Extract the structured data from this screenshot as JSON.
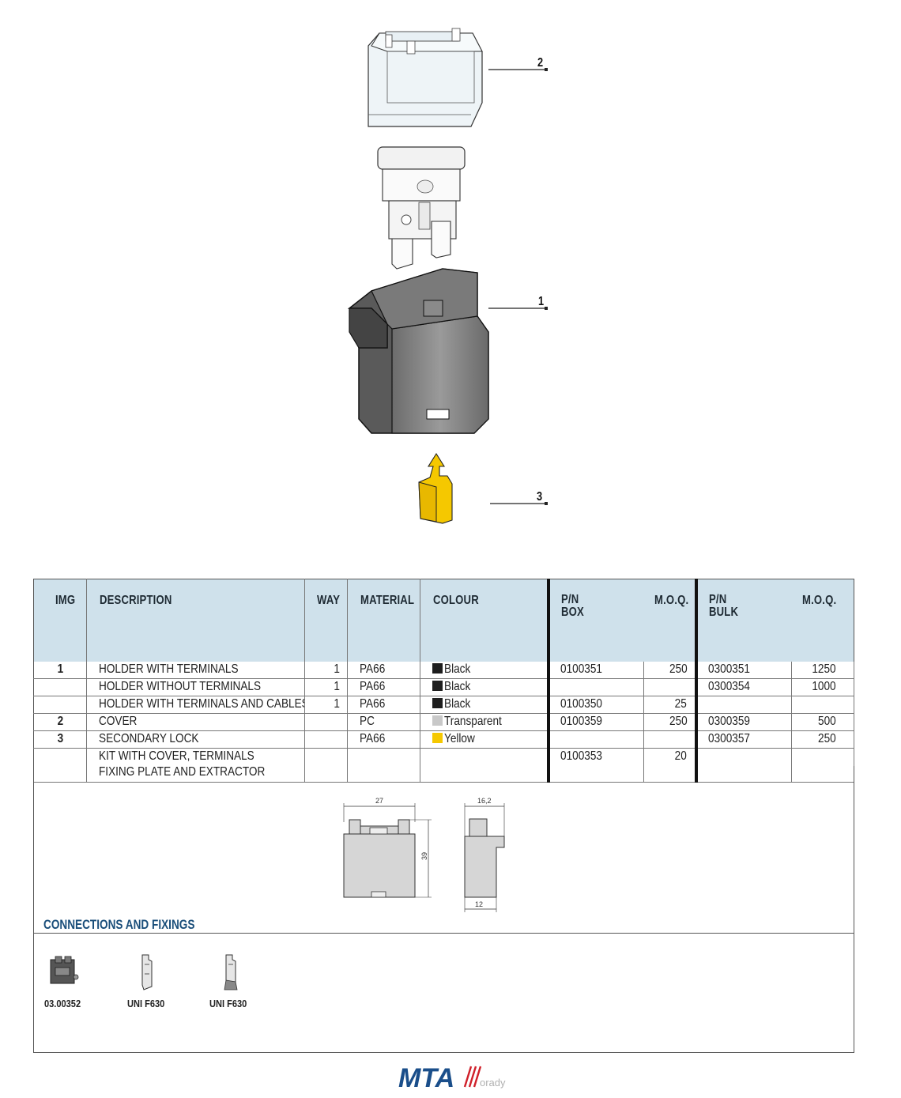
{
  "callouts": [
    "2",
    "1",
    "3"
  ],
  "table": {
    "headers": {
      "img": "IMG",
      "description": "DESCRIPTION",
      "way": "WAY",
      "material": "MATERIAL",
      "colour": "COLOUR",
      "pn_box": "P/N\nBOX",
      "moq_box": "M.O.Q.",
      "pn_bulk": "P/N\nBULK",
      "moq_bulk": "M.O.Q."
    },
    "rows": [
      {
        "img": "1",
        "description": "HOLDER WITH TERMINALS",
        "way": "1",
        "material": "PA66",
        "colour": "Black",
        "pn_box": "0100351",
        "moq_box": "250",
        "pn_bulk": "0300351",
        "moq_bulk": "1250"
      },
      {
        "img": "",
        "description": "HOLDER WITHOUT TERMINALS",
        "way": "1",
        "material": "PA66",
        "colour": "Black",
        "pn_box": "",
        "moq_box": "",
        "pn_bulk": "0300354",
        "moq_bulk": "1000"
      },
      {
        "img": "",
        "description": "HOLDER WITH TERMINALS AND CABLES",
        "way": "1",
        "material": "PA66",
        "colour": "Black",
        "pn_box": "0100350",
        "moq_box": "25",
        "pn_bulk": "",
        "moq_bulk": ""
      },
      {
        "img": "2",
        "description": "COVER",
        "way": "",
        "material": "PC",
        "colour": "Transparent",
        "pn_box": "0100359",
        "moq_box": "250",
        "pn_bulk": "0300359",
        "moq_bulk": "500"
      },
      {
        "img": "3",
        "description": "SECONDARY LOCK",
        "way": "",
        "material": "PA66",
        "colour": "Yellow",
        "pn_box": "",
        "moq_box": "",
        "pn_bulk": "0300357",
        "moq_bulk": "250"
      },
      {
        "img": "",
        "description": "KIT WITH COVER, TERMINALS",
        "description2": "FIXING PLATE AND EXTRACTOR",
        "way": "",
        "material": "",
        "colour": "",
        "pn_box": "0100353",
        "moq_box": "20",
        "pn_bulk": "",
        "moq_bulk": ""
      }
    ],
    "colour_swatches": {
      "Black": "#1e1e1e",
      "Transparent": "#c8c8c8",
      "Yellow": "#f5c800"
    }
  },
  "dimensions": {
    "width": "27",
    "height": "39",
    "depth": "16,2",
    "base": "12"
  },
  "connections": {
    "title": "CONNECTIONS AND FIXINGS",
    "items": [
      {
        "label": "03.00352"
      },
      {
        "label": "UNI F630"
      },
      {
        "label": "UNI F630"
      }
    ]
  },
  "logo": {
    "text": "MTA",
    "watermark": "orady"
  },
  "colors": {
    "accent": "#1a4e7a",
    "header_bg": "#cfe1eb",
    "brand_red": "#d0202a"
  }
}
